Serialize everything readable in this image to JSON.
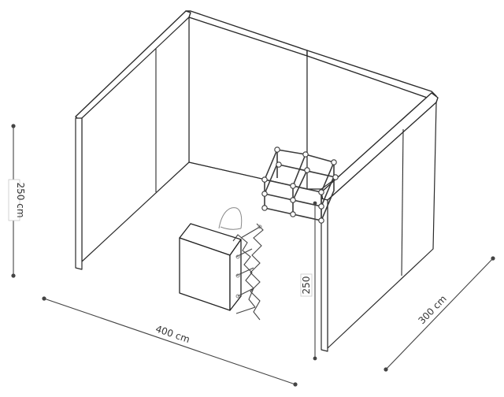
{
  "dimensions": {
    "height_label": "250 cm",
    "width_label": "400 cm",
    "depth_label": "300 cm",
    "wall_height_label": "250"
  },
  "colors": {
    "line": "#2a2a2a",
    "background": "#ffffff"
  }
}
